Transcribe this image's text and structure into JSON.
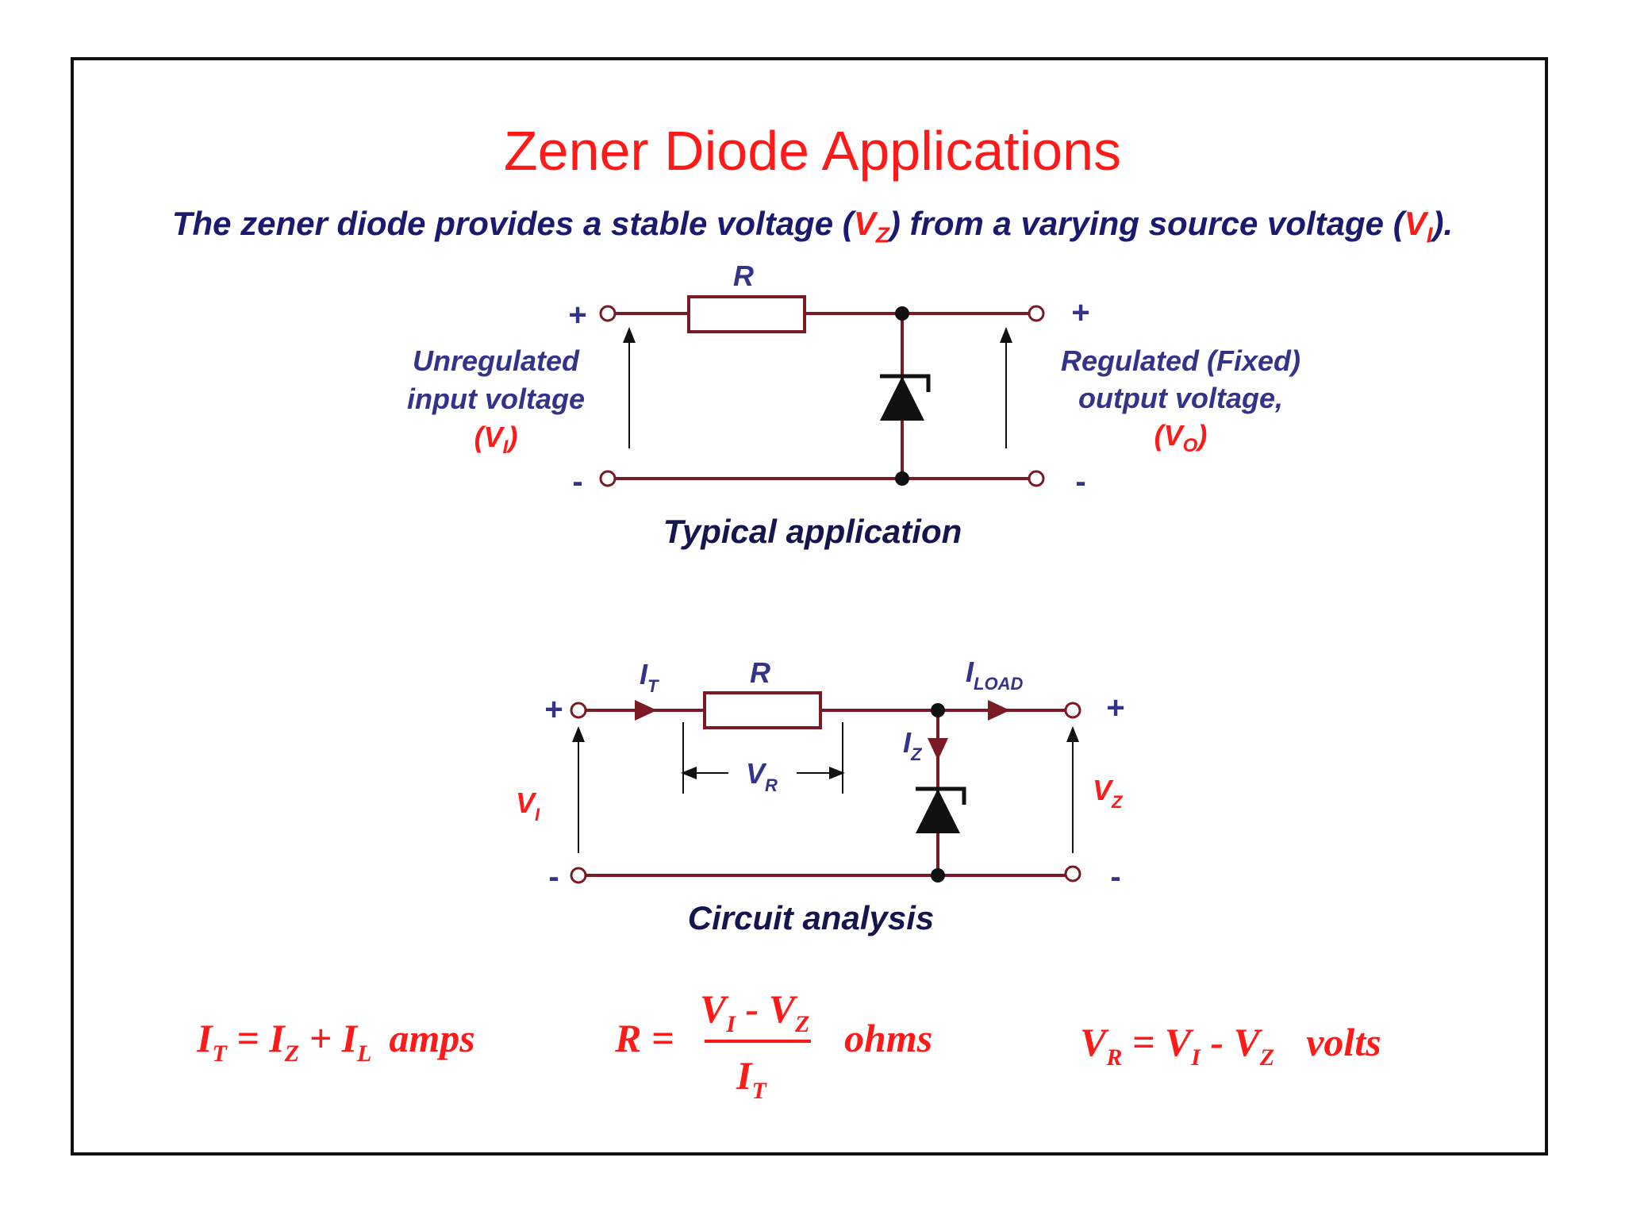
{
  "title": "Zener Diode Applications",
  "subtitle": {
    "part1": "The zener diode provides a stable voltage (",
    "vz_main": "V",
    "vz_sub": "Z",
    "part2": ") from a varying source voltage (",
    "vi_main": "V",
    "vi_sub": "I",
    "part3": ")."
  },
  "typical": {
    "resistor_label": "R",
    "plus": "+",
    "minus": "-",
    "input_line1": "Unregulated",
    "input_line2": "input voltage",
    "input_var": "(V",
    "input_var_sub": "I",
    "input_var_close": ")",
    "output_line1": "Regulated (Fixed)",
    "output_line2": "output voltage,",
    "output_var": "(V",
    "output_var_sub": "O",
    "output_var_close": ")",
    "caption": "Typical application"
  },
  "analysis": {
    "it": "I",
    "it_sub": "T",
    "resistor_label": "R",
    "iload": "I",
    "iload_sub": "LOAD",
    "iz": "I",
    "iz_sub": "Z",
    "vr": "V",
    "vr_sub": "R",
    "vi": "V",
    "vi_sub": "I",
    "vz": "V",
    "vz_sub": "Z",
    "plus": "+",
    "minus": "-",
    "caption": "Circuit analysis"
  },
  "equations": {
    "eq1": {
      "lhs": "I",
      "lhs_sub": "T",
      "eq": " = I",
      "t1_sub": "Z",
      "plus": " + I",
      "t2_sub": "L",
      "unit": "amps"
    },
    "eq2": {
      "lhs": "R =",
      "num_a": "V",
      "num_a_sub": "I",
      "num_minus": " - V",
      "num_b_sub": "Z",
      "den": "I",
      "den_sub": "T",
      "unit": "ohms"
    },
    "eq3": {
      "lhs": "V",
      "lhs_sub": "R",
      "eq": " = V",
      "t1_sub": "I",
      "minus": " - V",
      "t2_sub": "Z",
      "unit": "volts"
    }
  },
  "colors": {
    "wire": "#7a1a24",
    "title": "#ff1a1a",
    "label_blue": "#33338a",
    "caption_navy": "#16164f",
    "frame": "#111111"
  }
}
